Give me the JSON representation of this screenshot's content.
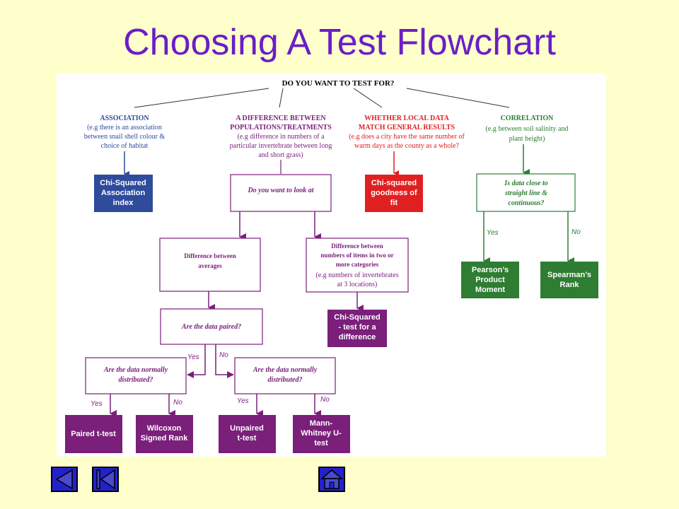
{
  "slide": {
    "title": "Choosing A Test Flowchart"
  },
  "flowchart": {
    "root": "DO YOU WANT TO TEST FOR?",
    "branches": {
      "association": {
        "heading": "ASSOCIATION",
        "lines": [
          "(e.g there is an association",
          "between snail shell colour &",
          "choice of habitat"
        ]
      },
      "difference": {
        "heading_lines": [
          "A DIFFERENCE BETWEEN",
          "POPULATIONS/TREATMENTS"
        ],
        "lines": [
          "(e.g difference in numbers of a",
          "particular invertebrate between long",
          "and short grass)"
        ]
      },
      "local": {
        "heading_lines": [
          "WHETHER LOCAL DATA",
          "MATCH GENERAL RESULTS"
        ],
        "lines": [
          "(e.g does a city have the same number of",
          "warm days as the county as a whole?"
        ]
      },
      "correlation": {
        "heading": "CORRELATION",
        "lines": [
          "(e.g between soil salinity and",
          "plant height)"
        ]
      }
    },
    "boxes": {
      "chi_assoc": [
        "Chi-Squared",
        "Association",
        "index"
      ],
      "look_at": "Do you want to look at",
      "chi_gof": [
        "Chi-squared",
        "goodness of",
        "fit"
      ],
      "close_line": [
        "Is data close to",
        "straight line &",
        "continuous?"
      ],
      "diff_averages": [
        "Difference between",
        "averages"
      ],
      "diff_counts": [
        "Difference between",
        "numbers of items in two or",
        "more categories",
        "(e.g numbers of invertebrates",
        "at 3 locations)"
      ],
      "pearson": [
        "Pearson’s",
        "Product",
        "Moment"
      ],
      "spearman": [
        "Spearman’s",
        "Rank"
      ],
      "paired_q": "Are the data paired?",
      "chi_diff": [
        "Chi-Squared",
        "- test for a",
        "difference"
      ],
      "normal_left": [
        "Are the data normally",
        "distributed?"
      ],
      "normal_right": [
        "Are the data normally",
        "distributed?"
      ],
      "paired_t": "Paired t-test",
      "wilcoxon": [
        "Wilcoxon",
        "Signed Rank"
      ],
      "unpaired_t": [
        "Unpaired",
        "t-test"
      ],
      "mann_whitney": [
        "Mann-",
        "Whitney U-",
        "test"
      ]
    },
    "labels": {
      "yes": "Yes",
      "no": "No"
    },
    "colors": {
      "association": "#2e4b9c",
      "difference": "#7a1f7a",
      "local": "#e02020",
      "correlation": "#2e7d32"
    }
  },
  "nav": {
    "back_icon": "back-arrow-icon",
    "first_icon": "first-slide-icon",
    "home_icon": "home-icon"
  }
}
